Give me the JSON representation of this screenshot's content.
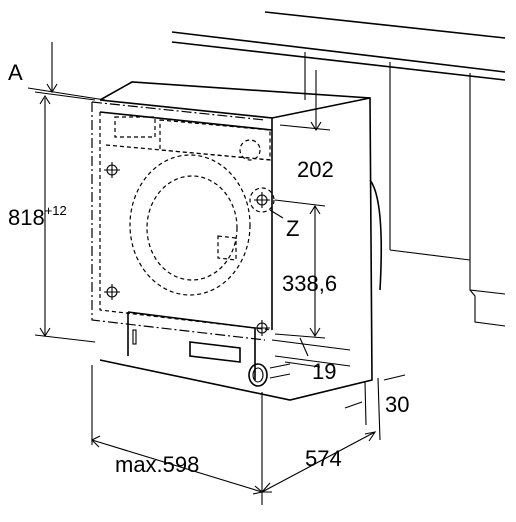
{
  "labels": {
    "a": "A",
    "height_main": "818",
    "height_tol": "+12",
    "dim_202": "202",
    "z": "Z",
    "dim_338": "338,6",
    "dim_19": "19",
    "dim_30": "30",
    "width": "max.598",
    "depth": "574"
  }
}
